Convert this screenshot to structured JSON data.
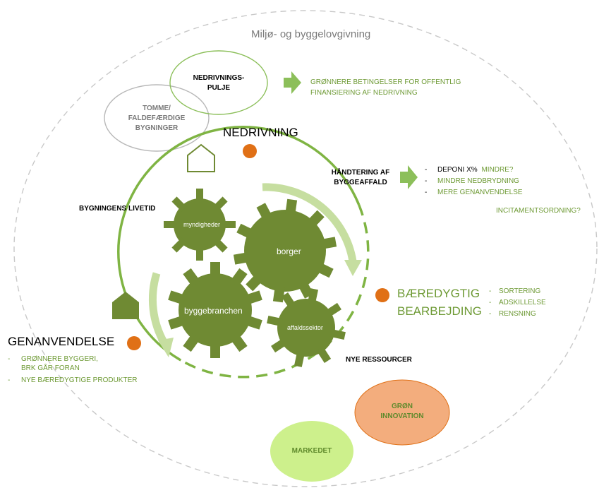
{
  "outer_title": "Miljø- og byggelovgivning",
  "nedrivningspulje": {
    "line1": "NEDRIVNINGS-",
    "line2": "PULJE"
  },
  "tomme": {
    "line1": "TOMME/",
    "line2": "FALDEFÆRDIGE",
    "line3": "BYGNINGER"
  },
  "finansiering": {
    "line1": "GRØNNERE BETINGELSER FOR OFFENTLIG",
    "line2": "FINANSIERING AF NEDRIVNING"
  },
  "nedrivning": "NEDRIVNING",
  "haandtering": {
    "line1": "HÅNDTERING AF",
    "line2": "BYGGEAFFALD"
  },
  "deponi": {
    "dash": "-",
    "label": "DEPONI X%",
    "question": "MINDRE?"
  },
  "affald_list": [
    {
      "dash": "-",
      "text": "MINDRE NEDBRYDNING"
    },
    {
      "dash": "-",
      "text": "MERE GENANVENDELSE"
    }
  ],
  "incitament": "INCITAMENTSORDNING?",
  "livstid": "BYGNINGENS LIVETID",
  "gears": {
    "myndigheder": "myndigheder",
    "borger": "borger",
    "byggebranchen": "byggebranchen",
    "affaldssektor": "affaldssektor"
  },
  "baeredygtig": {
    "line1": "BÆREDYGTIG",
    "line2": "BEARBEJDING"
  },
  "bearbejdning_list": [
    {
      "dash": "-",
      "text": "SORTERING"
    },
    {
      "dash": "-",
      "text": "ADSKILLELSE"
    },
    {
      "dash": "-",
      "text": "RENSNING"
    }
  ],
  "genanvendelse": "GENANVENDELSE",
  "genanv_list": [
    {
      "dash": "-",
      "line1": "GRØNNERE BYGGERI,",
      "line2": "BRK GÅR FORAN"
    },
    {
      "dash": "-",
      "line1": "NYE BÆREDYGTIGE PRODUKTER"
    }
  ],
  "nye_ressourcer": "NYE RESSOURCER",
  "groen_innovation": {
    "line1": "GRØN",
    "line2": "INNOVATION"
  },
  "markedet": "MARKEDET",
  "colors": {
    "olive": "#6f8a33",
    "lime": "#7fb443",
    "light_lime": "#c6dea0",
    "orange": "#e07016",
    "peach": "#f3ad7d",
    "bright_lime": "#cdf08c",
    "gray_dash": "#c8c8c8",
    "gray_ellipse": "#b8b8b8",
    "text_green": "#6e9a35"
  }
}
